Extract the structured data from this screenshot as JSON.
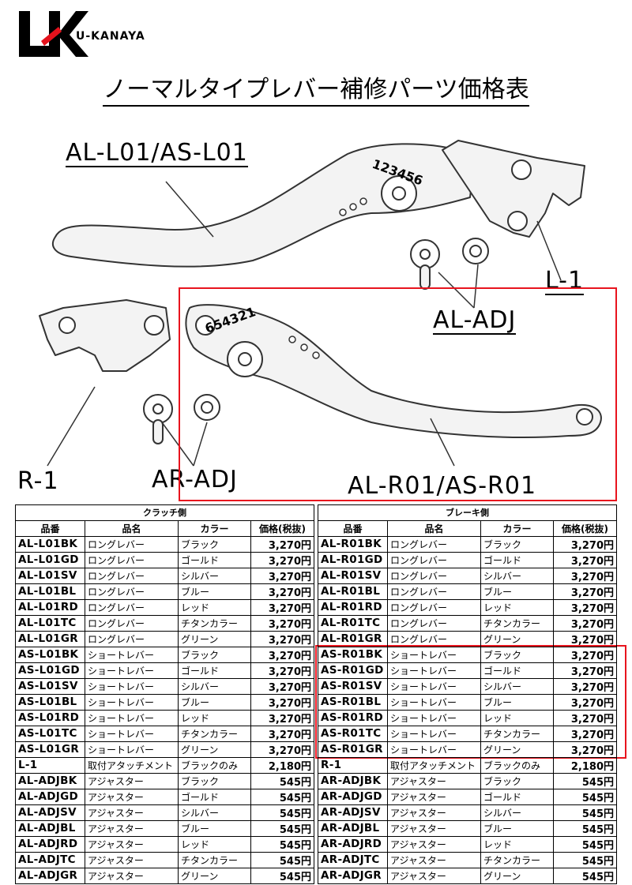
{
  "brand": {
    "name": "U-KANAYA"
  },
  "title": "ノーマルタイプレバー補修パーツ価格表",
  "diagram": {
    "label_left_lever": "AL-L01/AS-L01",
    "label_l1": "L-1",
    "label_al_adj": "AL-ADJ",
    "label_r1": "R-1",
    "label_ar_adj": "AR-ADJ",
    "label_right_lever": "AL-R01/AS-R01",
    "left_lever_stamp": "123456",
    "right_lever_stamp": "654321"
  },
  "headers": {
    "code": "品番",
    "name": "品名",
    "color": "カラー",
    "price": "価格(税抜)"
  },
  "clutch": {
    "side_title": "クラッチ側",
    "rows": [
      {
        "code": "AL-L01BK",
        "name": "ロングレバー",
        "color": "ブラック",
        "price": "3,270円"
      },
      {
        "code": "AL-L01GD",
        "name": "ロングレバー",
        "color": "ゴールド",
        "price": "3,270円"
      },
      {
        "code": "AL-L01SV",
        "name": "ロングレバー",
        "color": "シルバー",
        "price": "3,270円"
      },
      {
        "code": "AL-L01BL",
        "name": "ロングレバー",
        "color": "ブルー",
        "price": "3,270円"
      },
      {
        "code": "AL-L01RD",
        "name": "ロングレバー",
        "color": "レッド",
        "price": "3,270円"
      },
      {
        "code": "AL-L01TC",
        "name": "ロングレバー",
        "color": "チタンカラー",
        "price": "3,270円"
      },
      {
        "code": "AL-L01GR",
        "name": "ロングレバー",
        "color": "グリーン",
        "price": "3,270円"
      },
      {
        "code": "AS-L01BK",
        "name": "ショートレバー",
        "color": "ブラック",
        "price": "3,270円"
      },
      {
        "code": "AS-L01GD",
        "name": "ショートレバー",
        "color": "ゴールド",
        "price": "3,270円"
      },
      {
        "code": "AS-L01SV",
        "name": "ショートレバー",
        "color": "シルバー",
        "price": "3,270円"
      },
      {
        "code": "AS-L01BL",
        "name": "ショートレバー",
        "color": "ブルー",
        "price": "3,270円"
      },
      {
        "code": "AS-L01RD",
        "name": "ショートレバー",
        "color": "レッド",
        "price": "3,270円"
      },
      {
        "code": "AS-L01TC",
        "name": "ショートレバー",
        "color": "チタンカラー",
        "price": "3,270円"
      },
      {
        "code": "AS-L01GR",
        "name": "ショートレバー",
        "color": "グリーン",
        "price": "3,270円"
      },
      {
        "code": "L-1",
        "name": "取付アタッチメント",
        "color": "ブラックのみ",
        "price": "2,180円"
      },
      {
        "code": "AL-ADJBK",
        "name": "アジャスター",
        "color": "ブラック",
        "price": "545円"
      },
      {
        "code": "AL-ADJGD",
        "name": "アジャスター",
        "color": "ゴールド",
        "price": "545円"
      },
      {
        "code": "AL-ADJSV",
        "name": "アジャスター",
        "color": "シルバー",
        "price": "545円"
      },
      {
        "code": "AL-ADJBL",
        "name": "アジャスター",
        "color": "ブルー",
        "price": "545円"
      },
      {
        "code": "AL-ADJRD",
        "name": "アジャスター",
        "color": "レッド",
        "price": "545円"
      },
      {
        "code": "AL-ADJTC",
        "name": "アジャスター",
        "color": "チタンカラー",
        "price": "545円"
      },
      {
        "code": "AL-ADJGR",
        "name": "アジャスター",
        "color": "グリーン",
        "price": "545円"
      }
    ]
  },
  "brake": {
    "side_title": "ブレーキ側",
    "rows": [
      {
        "code": "AL-R01BK",
        "name": "ロングレバー",
        "color": "ブラック",
        "price": "3,270円"
      },
      {
        "code": "AL-R01GD",
        "name": "ロングレバー",
        "color": "ゴールド",
        "price": "3,270円"
      },
      {
        "code": "AL-R01SV",
        "name": "ロングレバー",
        "color": "シルバー",
        "price": "3,270円"
      },
      {
        "code": "AL-R01BL",
        "name": "ロングレバー",
        "color": "ブルー",
        "price": "3,270円"
      },
      {
        "code": "AL-R01RD",
        "name": "ロングレバー",
        "color": "レッド",
        "price": "3,270円"
      },
      {
        "code": "AL-R01TC",
        "name": "ロングレバー",
        "color": "チタンカラー",
        "price": "3,270円"
      },
      {
        "code": "AL-R01GR",
        "name": "ロングレバー",
        "color": "グリーン",
        "price": "3,270円"
      },
      {
        "code": "AS-R01BK",
        "name": "ショートレバー",
        "color": "ブラック",
        "price": "3,270円"
      },
      {
        "code": "AS-R01GD",
        "name": "ショートレバー",
        "color": "ゴールド",
        "price": "3,270円"
      },
      {
        "code": "AS-R01SV",
        "name": "ショートレバー",
        "color": "シルバー",
        "price": "3,270円"
      },
      {
        "code": "AS-R01BL",
        "name": "ショートレバー",
        "color": "ブルー",
        "price": "3,270円"
      },
      {
        "code": "AS-R01RD",
        "name": "ショートレバー",
        "color": "レッド",
        "price": "3,270円"
      },
      {
        "code": "AS-R01TC",
        "name": "ショートレバー",
        "color": "チタンカラー",
        "price": "3,270円"
      },
      {
        "code": "AS-R01GR",
        "name": "ショートレバー",
        "color": "グリーン",
        "price": "3,270円"
      },
      {
        "code": "R-1",
        "name": "取付アタッチメント",
        "color": "ブラックのみ",
        "price": "2,180円"
      },
      {
        "code": "AR-ADJBK",
        "name": "アジャスター",
        "color": "ブラック",
        "price": "545円"
      },
      {
        "code": "AR-ADJGD",
        "name": "アジャスター",
        "color": "ゴールド",
        "price": "545円"
      },
      {
        "code": "AR-ADJSV",
        "name": "アジャスター",
        "color": "シルバー",
        "price": "545円"
      },
      {
        "code": "AR-ADJBL",
        "name": "アジャスター",
        "color": "ブルー",
        "price": "545円"
      },
      {
        "code": "AR-ADJRD",
        "name": "アジャスター",
        "color": "レッド",
        "price": "545円"
      },
      {
        "code": "AR-ADJTC",
        "name": "アジャスター",
        "color": "チタンカラー",
        "price": "545円"
      },
      {
        "code": "AR-ADJGR",
        "name": "アジャスター",
        "color": "グリーン",
        "price": "545円"
      }
    ]
  },
  "colors": {
    "highlight": "#e8141e",
    "brand_red": "#e4121c"
  }
}
